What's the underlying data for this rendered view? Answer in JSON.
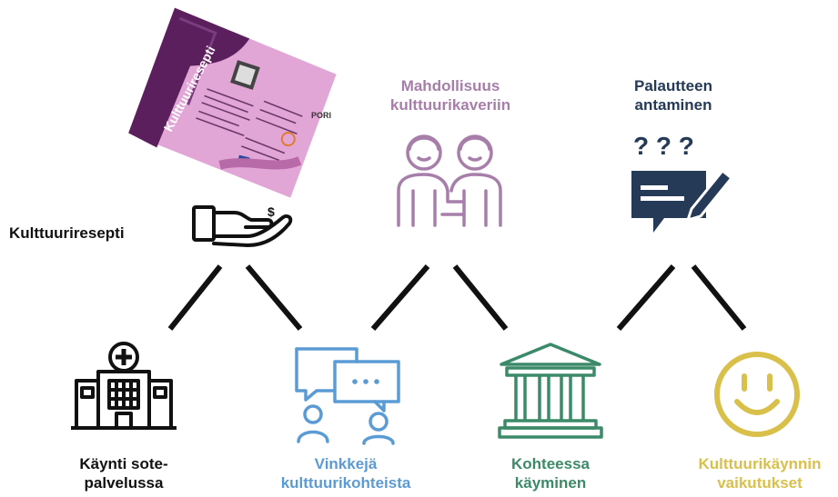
{
  "colors": {
    "black": "#111111",
    "purple": "#a77daa",
    "navy": "#253a57",
    "blue": "#5b9bd5",
    "green": "#3b8a69",
    "yellow": "#d9c04a",
    "flyer_pink": "#e2a6d6",
    "flyer_dark": "#5c1f5e"
  },
  "labels": {
    "kulttuuriresepti": "Kulttuuriresepti",
    "mahdollisuus_line1": "Mahdollisuus",
    "mahdollisuus_line2": "kulttuurikaveriin",
    "palaute_line1": "Palautteen",
    "palaute_line2": "antaminen",
    "kaynti_line1": "Käynti sote-",
    "kaynti_line2": "palvelussa",
    "vinkkeja_line1": "Vinkkejä",
    "vinkkeja_line2": "kulttuurikohteista",
    "kohteessa_line1": "Kohteessa",
    "kohteessa_line2": "käyminen",
    "vaikutukset_line1": "Kulttuurikäynnin",
    "vaikutukset_line2": "vaikutukset"
  },
  "flyer": {
    "title": "Kulttuuriresepti",
    "brand": "PORI"
  },
  "icons": {
    "question_marks": "? ? ?"
  }
}
